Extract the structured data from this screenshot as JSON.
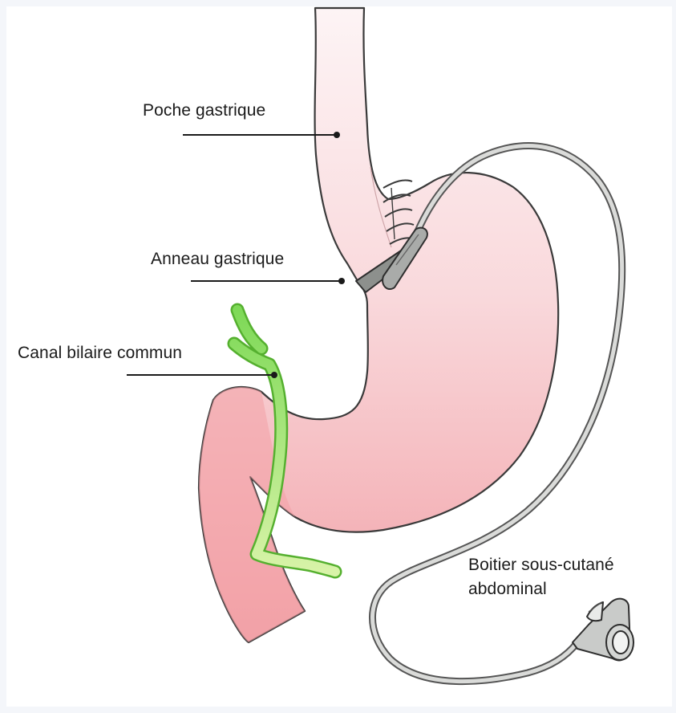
{
  "labels": {
    "poche": "Poche gastrique",
    "anneau": "Anneau gastrique",
    "canal": "Canal bilaire commun",
    "boitier_line1": "Boitier sous-cutané",
    "boitier_line2": "abdominal"
  },
  "colors": {
    "stomach_top": "#fbeef0",
    "stomach_bottom": "#f4a9ae",
    "stomach_outline": "#333333",
    "bile_duct": "#8fe06a",
    "bile_duct_light": "#e4f7b8",
    "band": "#9a9d9a",
    "tube": "#d4d6d4",
    "port": "#c8cac8"
  }
}
